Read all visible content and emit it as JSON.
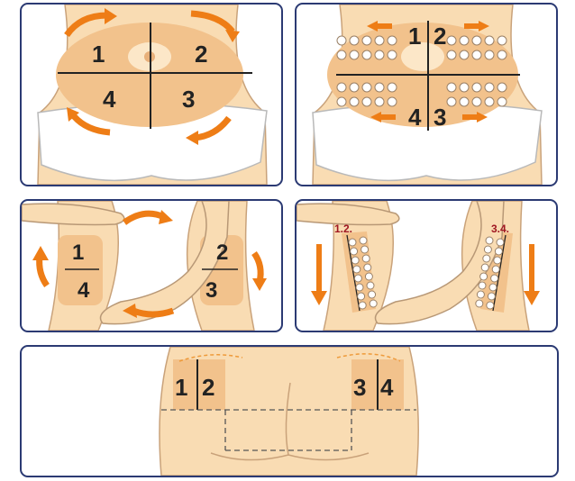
{
  "panels": {
    "p1": {
      "q1": "1",
      "q2": "2",
      "q3": "3",
      "q4": "4"
    },
    "p2": {
      "n1": "1",
      "n2": "2",
      "n3": "3",
      "n4": "4"
    },
    "p3": {
      "n1": "1",
      "n2": "2",
      "n3": "3",
      "n4": "4"
    },
    "p4": {
      "left_label": "1.2.",
      "right_label": "3.4."
    },
    "p5": {
      "n1": "1",
      "n2": "2",
      "n3": "3",
      "n4": "4"
    }
  },
  "colors": {
    "border": "#2b3a73",
    "skin": "#f9dcb3",
    "zone": "#f0be86",
    "arrow": "#ee7d16",
    "label": "#a01722"
  }
}
